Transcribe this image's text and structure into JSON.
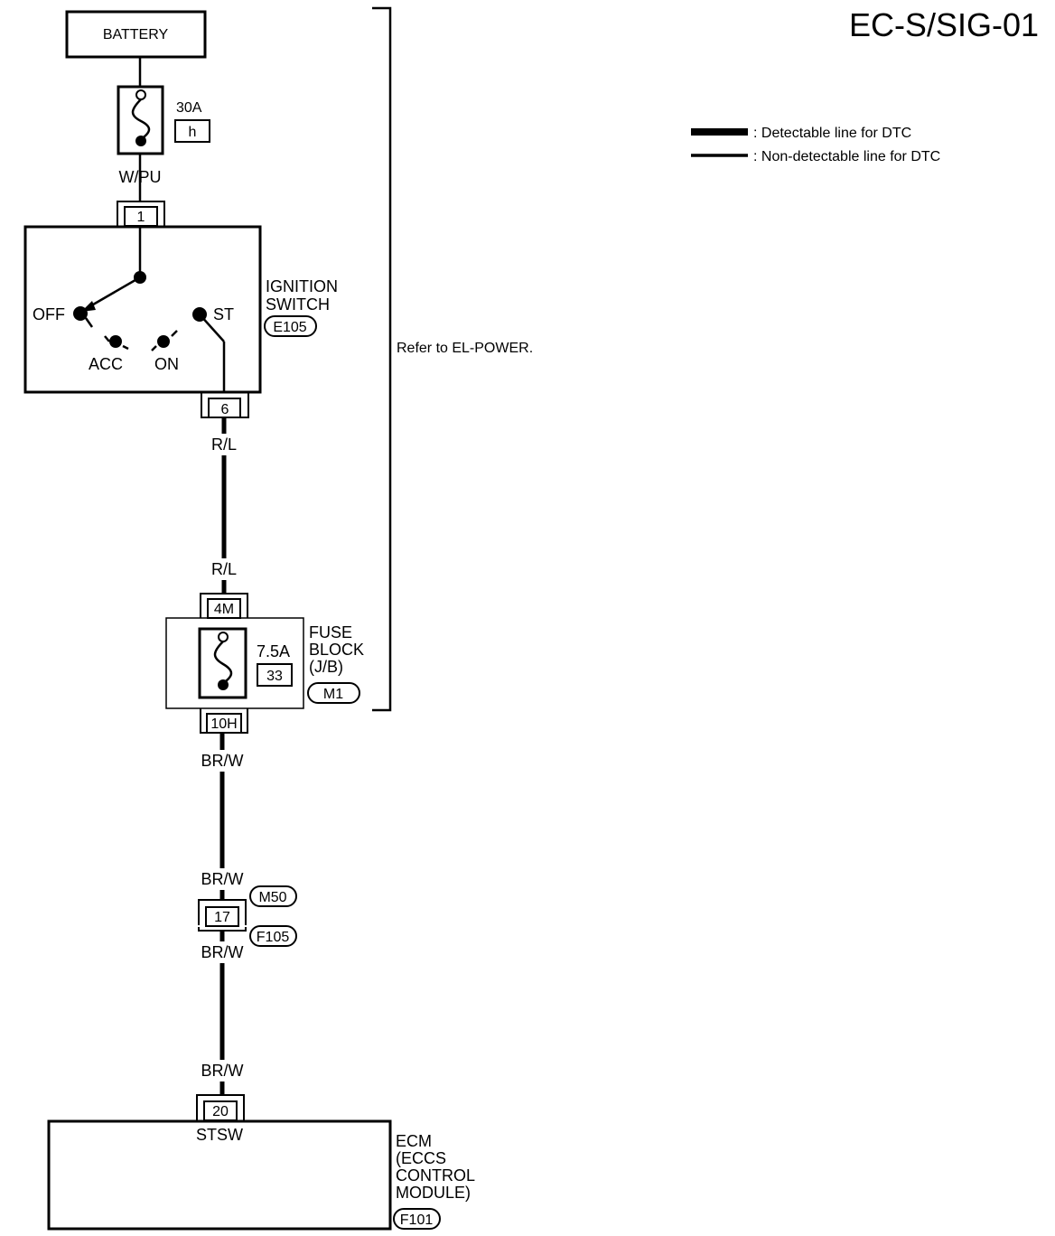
{
  "title": "EC-S/SIG-01",
  "legend": {
    "detectable": ": Detectable line for DTC",
    "non_detectable": ": Non-detectable line for DTC"
  },
  "battery": {
    "label": "BATTERY"
  },
  "fusible_link": {
    "rating": "30A",
    "id": "h"
  },
  "wires": {
    "wpu": "W/PU",
    "rl_top": "R/L",
    "rl_bottom": "R/L",
    "brw_1": "BR/W",
    "brw_2": "BR/W",
    "brw_3": "BR/W",
    "brw_4": "BR/W"
  },
  "ignition_switch": {
    "label_line1": "IGNITION",
    "label_line2": "SWITCH",
    "connector": "E105",
    "pin_in": "1",
    "pin_out": "6",
    "positions": {
      "off": "OFF",
      "acc": "ACC",
      "on": "ON",
      "st": "ST"
    }
  },
  "refer": "Refer to EL-POWER.",
  "fuse_block": {
    "label_line1": "FUSE",
    "label_line2": "BLOCK",
    "label_line3": "(J/B)",
    "connector": "M1",
    "pin_in": "4M",
    "pin_out": "10H",
    "fuse_rating": "7.5A",
    "fuse_number": "33"
  },
  "joint": {
    "pin": "17",
    "connector_top": "M50",
    "connector_bottom": "F105"
  },
  "ecm": {
    "pin": "20",
    "terminal": "STSW",
    "label_line1": "ECM",
    "label_line2": "(ECCS",
    "label_line3": "CONTROL",
    "label_line4": "MODULE)",
    "connector": "F101"
  }
}
